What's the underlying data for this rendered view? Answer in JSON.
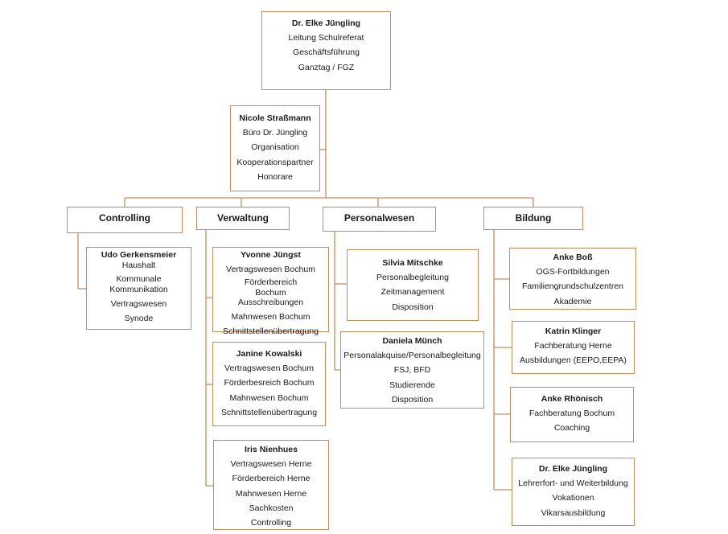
{
  "colors": {
    "connector": "#c98a5a",
    "border": "#c98a5a"
  },
  "head": {
    "name": "Dr. Elke Jüngling",
    "lines": [
      "Leitung Schulreferat",
      "Geschäftsführung",
      "Ganztag / FGZ"
    ]
  },
  "assistant": {
    "name": "Nicole Straßmann",
    "lines": [
      "Büro Dr. Jüngling",
      "Organisation",
      "Kooperationspartner",
      "Honorare"
    ]
  },
  "departments": [
    {
      "title": "Controlling"
    },
    {
      "title": "Verwaltung"
    },
    {
      "title": "Personalwesen"
    },
    {
      "title": "Bildung"
    }
  ],
  "controlling": [
    {
      "name": "Udo Gerkensmeier",
      "lines": [
        "Haushalt",
        "Kommunale Kommunikation",
        "Vertragswesen",
        "Synode"
      ]
    }
  ],
  "verwaltung": [
    {
      "name": "Yvonne Jüngst",
      "lines": [
        "Vertragswesen Bochum",
        "Förderbereich Bochum Ausschreibungen",
        "Mahnwesen Bochum",
        "Schnittstellenübertragung"
      ]
    },
    {
      "name": "Janine Kowalski",
      "lines": [
        "Vertragswesen Bochum",
        "Förderbesreich Bochum",
        "Mahnwesen Bochum",
        "Schnittstellenübertragung"
      ]
    },
    {
      "name": "Iris Nienhues",
      "lines": [
        "Vertragswesen Herne",
        "Förderbereich Herne",
        "Mahnwesen Herne",
        "Sachkosten",
        "Controlling"
      ]
    }
  ],
  "personalwesen": [
    {
      "name": "Silvia Mitschke",
      "lines": [
        "Personalbegleitung",
        "Zeitmanagement",
        "Disposition"
      ]
    },
    {
      "name": "Daniela Münch",
      "lines": [
        "Personalakquise/Personalbegleitung",
        "FSJ, BFD",
        "Studierende",
        "Disposition"
      ]
    }
  ],
  "bildung": [
    {
      "name": "Anke Boß",
      "lines": [
        "OGS-Fortbildungen",
        "Familiengrundschulzentren",
        "Akademie"
      ]
    },
    {
      "name": "Katrin Klinger",
      "lines": [
        "Fachberatung Herne",
        "Ausbildungen (EEPO,EEPA)"
      ]
    },
    {
      "name": "Anke Rhönisch",
      "lines": [
        "Fachberatung Bochum",
        "Coaching"
      ]
    },
    {
      "name": "Dr. Elke Jüngling",
      "lines": [
        "Lehrerfort- und Weiterbildung",
        "Vokationen",
        "Vikarsausbildung"
      ]
    }
  ]
}
